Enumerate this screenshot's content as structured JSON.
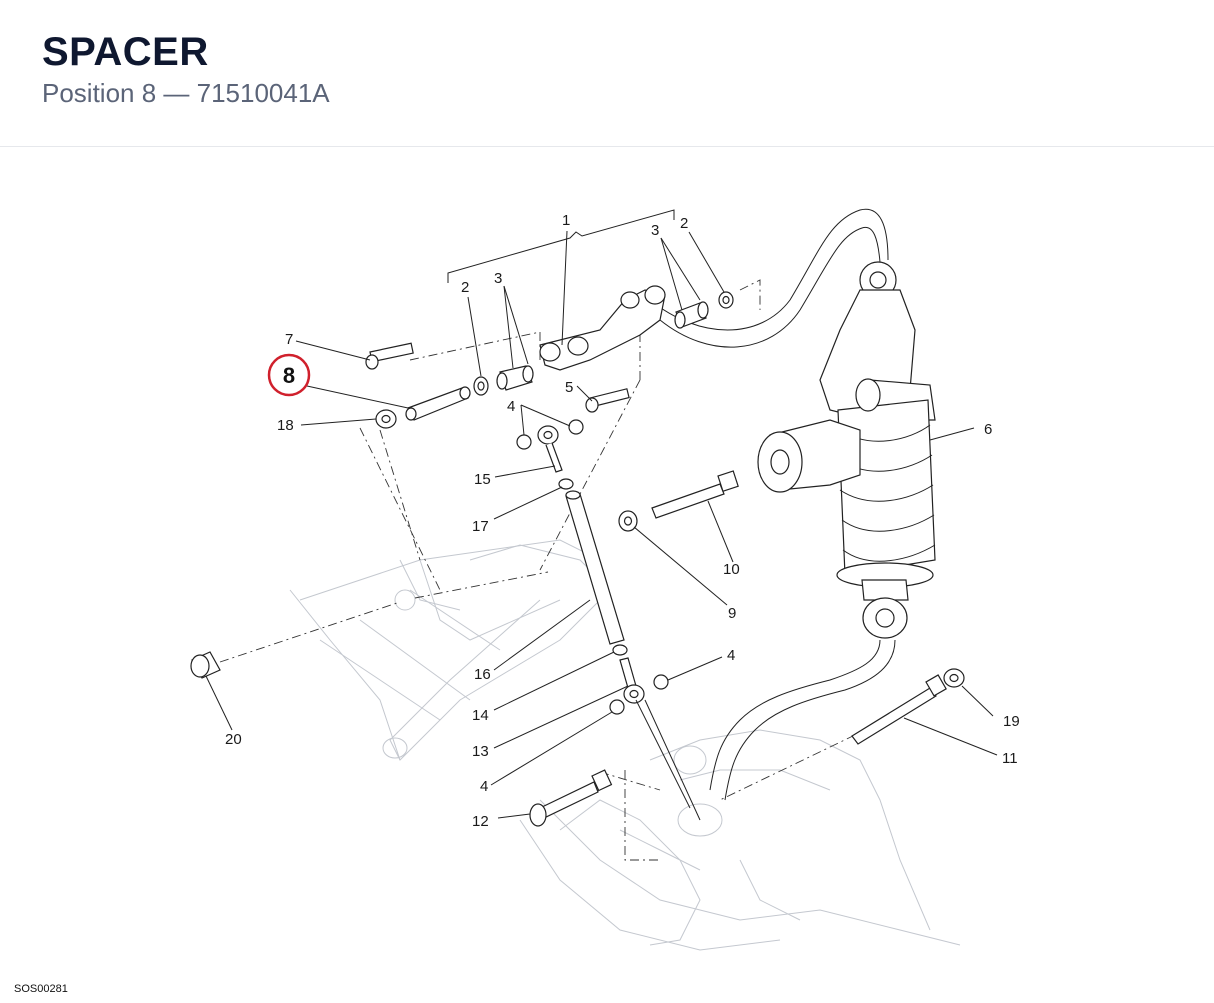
{
  "header": {
    "title": "SPACER",
    "subtitle": "Position 8 — 71510041A"
  },
  "highlight": {
    "position": "8",
    "color": "#d0202c"
  },
  "callouts": [
    {
      "id": "c1",
      "label": "1"
    },
    {
      "id": "c2a",
      "label": "2"
    },
    {
      "id": "c2b",
      "label": "2"
    },
    {
      "id": "c3a",
      "label": "3"
    },
    {
      "id": "c3b",
      "label": "3"
    },
    {
      "id": "c4a",
      "label": "4"
    },
    {
      "id": "c4b",
      "label": "4"
    },
    {
      "id": "c4c",
      "label": "4"
    },
    {
      "id": "c5",
      "label": "5"
    },
    {
      "id": "c6",
      "label": "6"
    },
    {
      "id": "c7",
      "label": "7"
    },
    {
      "id": "c9",
      "label": "9"
    },
    {
      "id": "c10",
      "label": "10"
    },
    {
      "id": "c11",
      "label": "11"
    },
    {
      "id": "c12",
      "label": "12"
    },
    {
      "id": "c13",
      "label": "13"
    },
    {
      "id": "c14",
      "label": "14"
    },
    {
      "id": "c15",
      "label": "15"
    },
    {
      "id": "c16",
      "label": "16"
    },
    {
      "id": "c17",
      "label": "17"
    },
    {
      "id": "c18",
      "label": "18"
    },
    {
      "id": "c19",
      "label": "19"
    },
    {
      "id": "c20",
      "label": "20"
    }
  ],
  "footer": {
    "diagram_code": "SOS00281"
  }
}
